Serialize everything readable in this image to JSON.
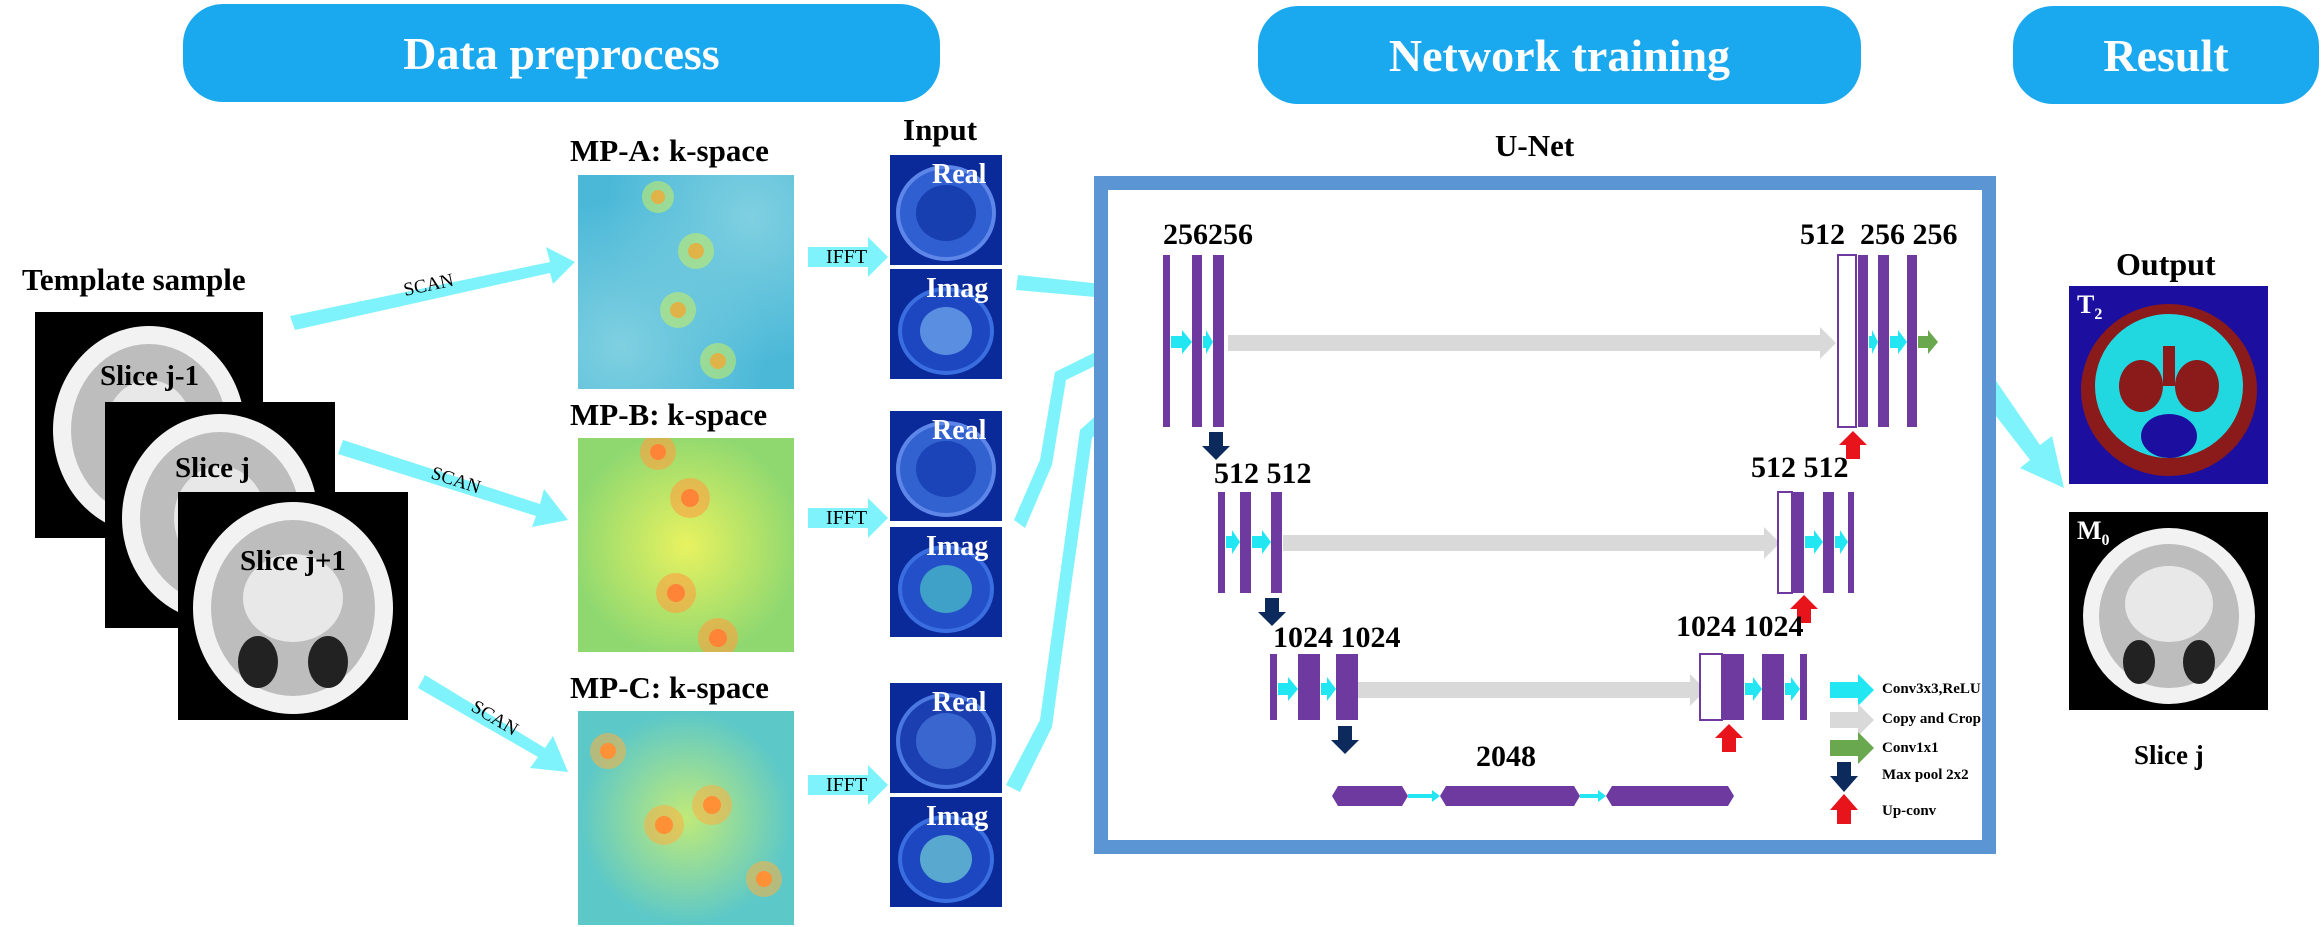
{
  "headers": {
    "data_preprocess": "Data preprocess",
    "network_training": "Network training",
    "result": "Result"
  },
  "template": {
    "title": "Template sample",
    "slice_prev": "Slice j-1",
    "slice_cur": "Slice j",
    "slice_next": "Slice j+1"
  },
  "scan_label": "SCAN",
  "kspace": {
    "a": "MP-A: k-space",
    "b": "MP-B: k-space",
    "c": "MP-C: k-space"
  },
  "ifft_label": "IFFT",
  "input": {
    "title": "Input",
    "real": "Real",
    "imag": "Imag"
  },
  "unet": {
    "title": "U-Net",
    "l1_left": "256256",
    "l1_right": "512  256 256",
    "l2_left": "512 512",
    "l2_right": "512 512",
    "l3_left": "1024 1024",
    "l3_right": "1024 1024",
    "bottom": "2048"
  },
  "legend": {
    "conv": "Conv3x3,ReLU",
    "copy": "Copy and Crop",
    "conv1": "Conv1x1",
    "pool": "Max pool 2x2",
    "upconv": "Up-conv"
  },
  "output": {
    "title": "Output",
    "t2": "T",
    "t2_sub": "2",
    "m0": "M",
    "m0_sub": "0",
    "slice": "Slice j"
  },
  "colors": {
    "header": "#1aa9ee",
    "arrow": "#7ff3fb",
    "bar": "#6e3aa0",
    "box": "#5b95d3",
    "copy": "#d9d9d9",
    "conv1": "#6aa84f",
    "pool": "#0d2a5c",
    "up": "#e8141c"
  }
}
